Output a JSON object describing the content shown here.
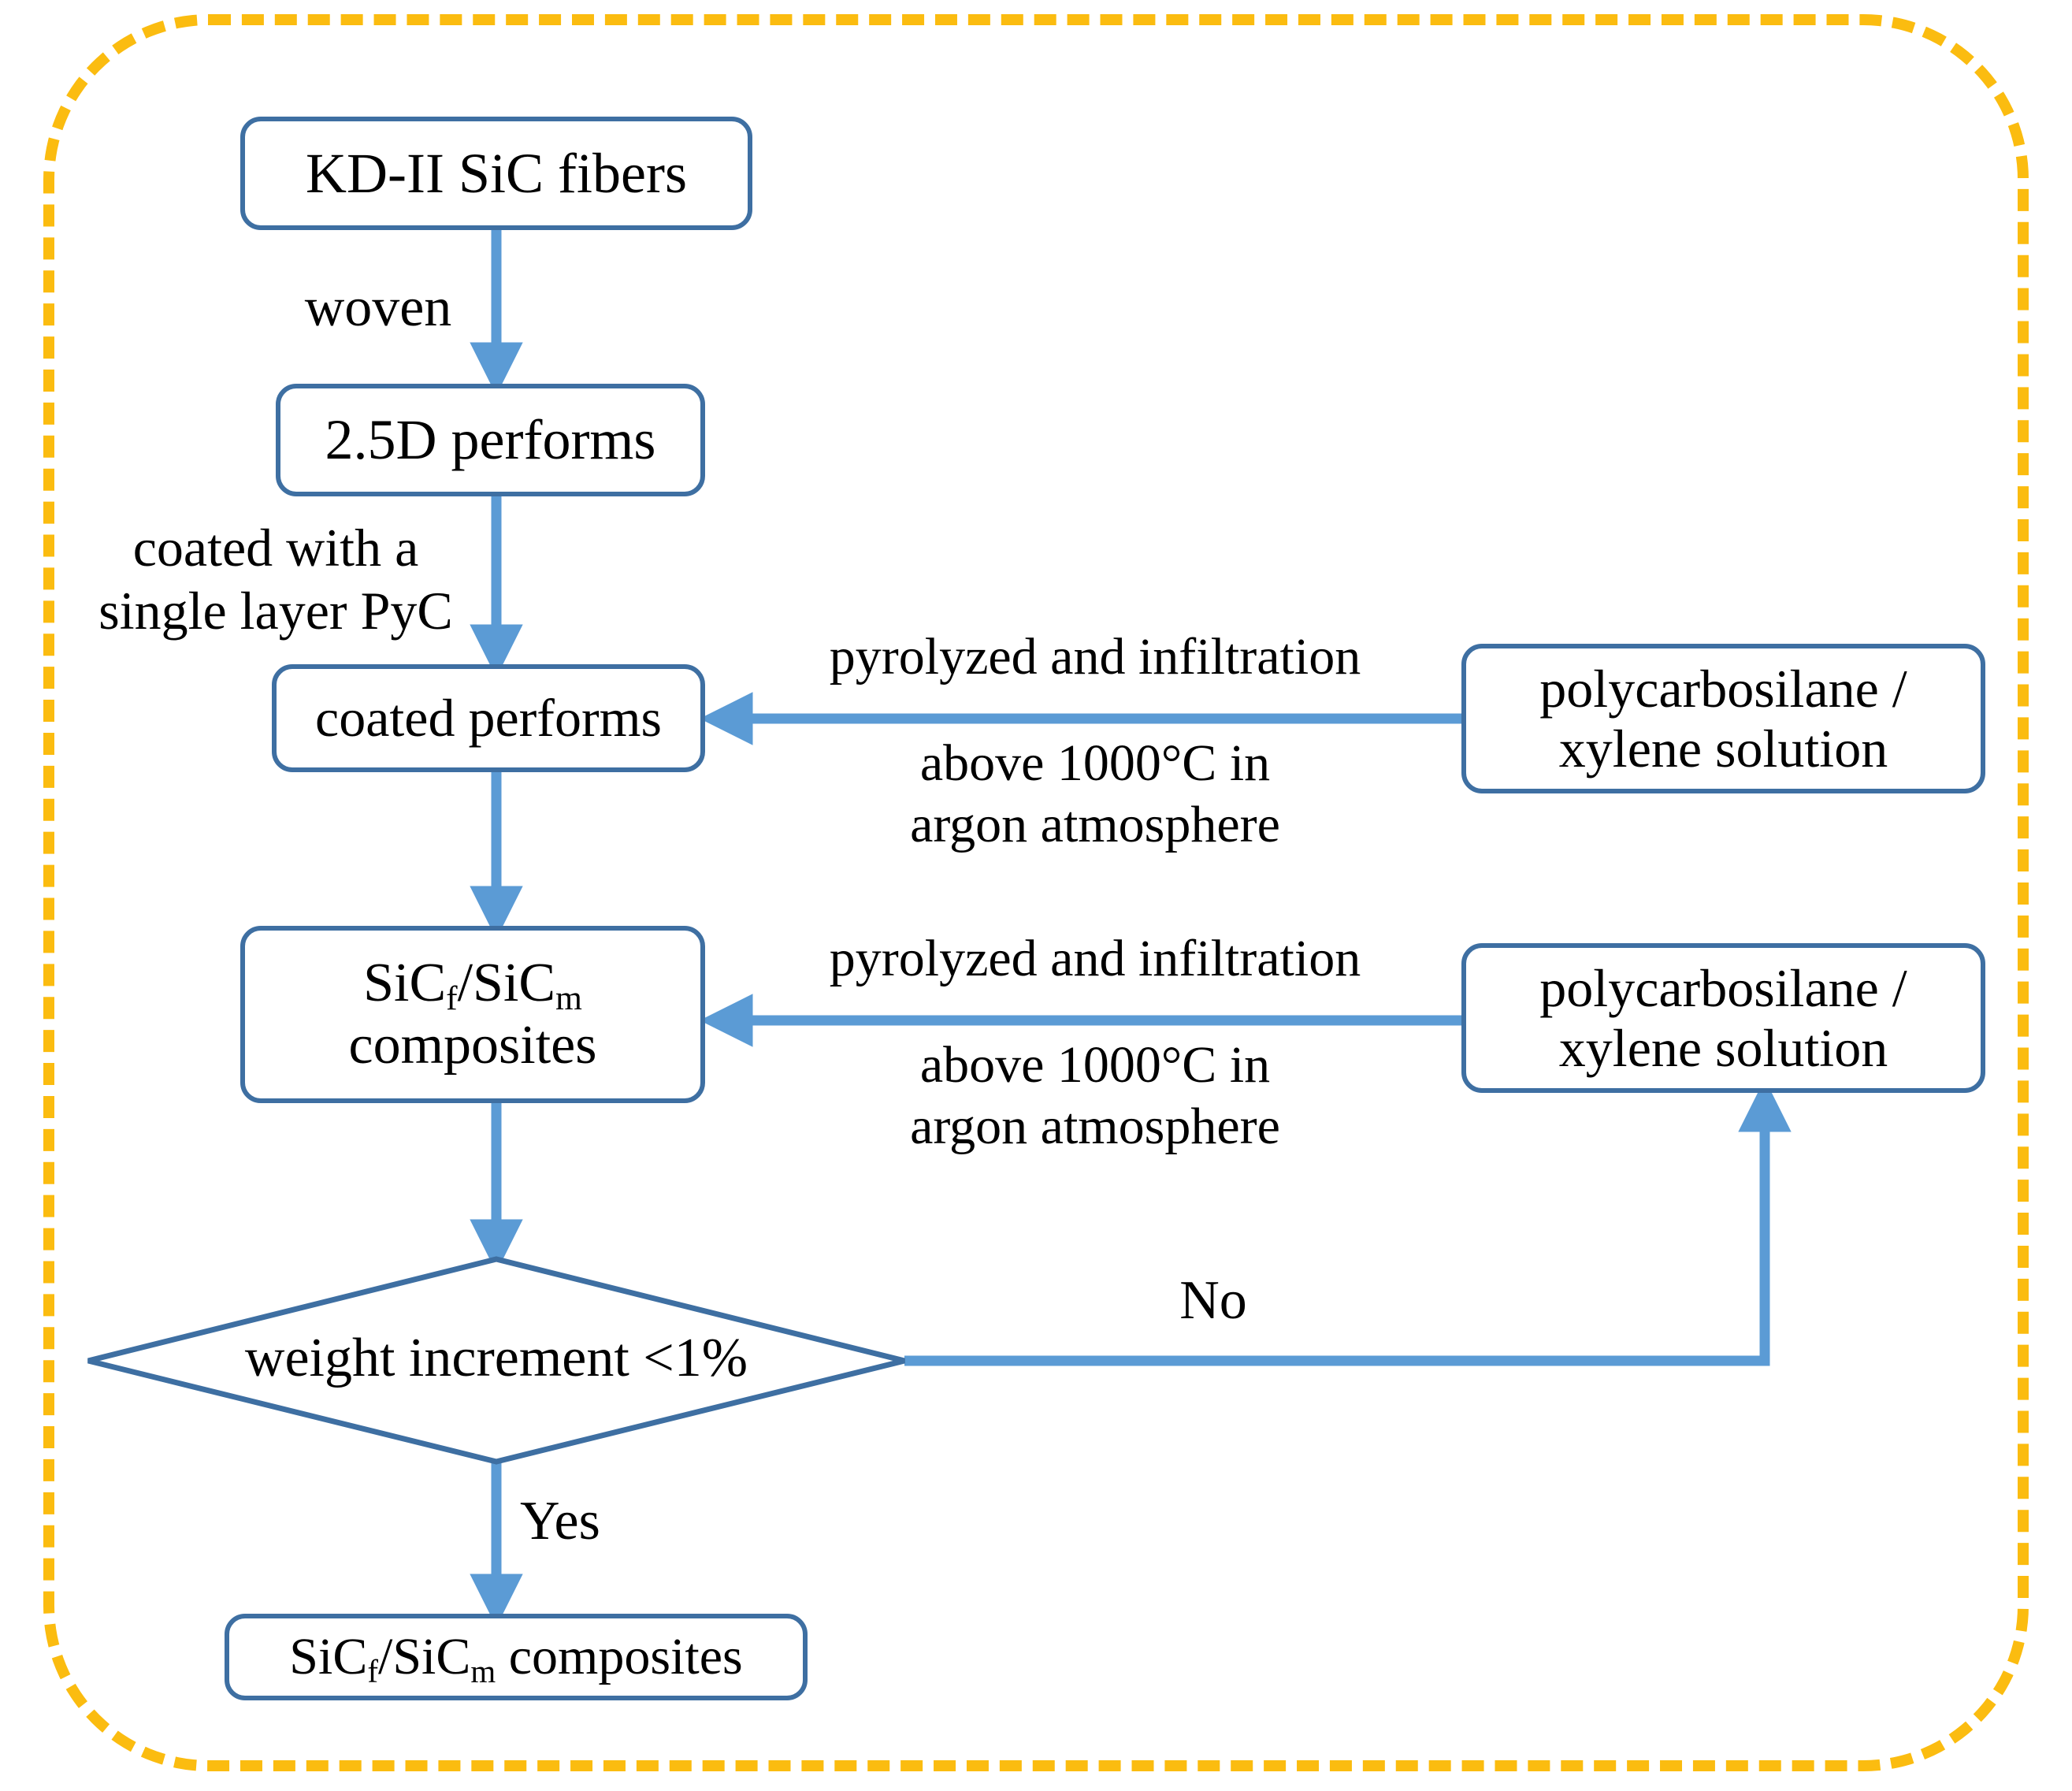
{
  "diagram": {
    "title": "SiCf/SiCm composite fabrication flowchart",
    "colors": {
      "frame_dashed": "#FBBC10",
      "node_border": "#3E6FA2",
      "arrow": "#5B9BD5",
      "text": "#000000",
      "background": "#FFFFFF"
    },
    "nodes": [
      {
        "id": "fibers",
        "label": "KD-II SiC fibers",
        "shape": "rounded-rect"
      },
      {
        "id": "preform",
        "label": "2.5D performs",
        "shape": "rounded-rect"
      },
      {
        "id": "coated",
        "label": "coated performs",
        "shape": "rounded-rect"
      },
      {
        "id": "composites1",
        "label_html": "SiC<sub>f</sub>/SiC<sub>m</sub>",
        "label_line2": "composites",
        "shape": "rounded-rect"
      },
      {
        "id": "pcs1",
        "label_line1": "polycarbosilane /",
        "label_line2": "xylene solution",
        "shape": "rounded-rect"
      },
      {
        "id": "pcs2",
        "label_line1": "polycarbosilane /",
        "label_line2": "xylene solution",
        "shape": "rounded-rect"
      },
      {
        "id": "decision",
        "label": "weight increment <1%",
        "shape": "diamond"
      },
      {
        "id": "final",
        "label_html": "SiC<sub>f</sub>/SiC<sub>m</sub> composites",
        "shape": "rounded-rect"
      }
    ],
    "edge_labels": {
      "woven": "woven",
      "coated_with": "coated with a\nsingle layer PyC",
      "pyrolyzed_top": "pyrolyzed and infiltration",
      "conditions_top": "above 1000°C in\nargon atmosphere",
      "pyrolyzed_bottom": "pyrolyzed and infiltration",
      "conditions_bottom": "above 1000°C in\nargon atmosphere",
      "no": "No",
      "yes": "Yes"
    }
  }
}
